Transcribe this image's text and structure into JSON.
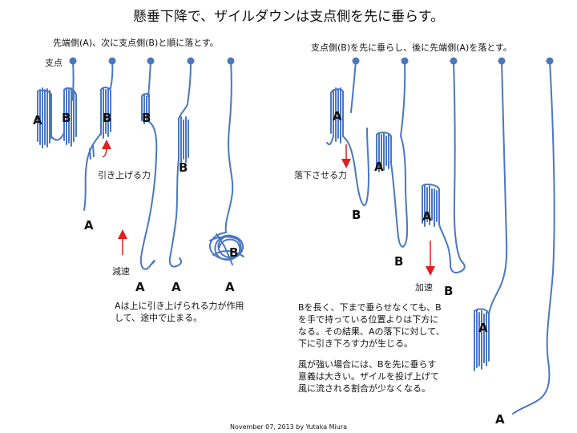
{
  "title": "懸垂下降で、ザイルダウンは支点側を先に垂らす。",
  "left_heading": "先端側(A)、次に支点側(B)と順に落とす。",
  "right_heading": "支点側(B)を先に垂らし、後に先端側(A)を落とす。",
  "anchor_label": "支点",
  "notes": {
    "pull_up": "引き上げる力",
    "decelerate": "減速",
    "drop_force": "落下させる力",
    "accelerate": "加速"
  },
  "labels": {
    "left_1": [
      "A",
      "B"
    ],
    "left_2": [
      "B",
      "A"
    ],
    "left_3": [
      "B",
      "B",
      "A"
    ],
    "left_4": [
      "A"
    ],
    "left_5": [
      "B",
      "A"
    ],
    "right_1": [
      "A",
      "B"
    ],
    "right_2": [
      "A",
      "B"
    ],
    "right_3": [
      "A",
      "B"
    ],
    "right_4": [
      "A"
    ],
    "right_5": [
      "A"
    ]
  },
  "left_conclusion": [
    "Aは上に引き上げられる力が作用",
    "して、途中で止まる。"
  ],
  "right_paragraph_1": [
    "Bを長く、下まで垂らせなくても、B",
    "を手で持っている位置よりは下方に",
    "なる。その結果、Aの落下に対して、",
    "下に引き下ろす力が生じる。"
  ],
  "right_paragraph_2": [
    "風が強い場合には、Bを先に垂らす",
    "意義は大きい。ザイルを投げ上げて",
    "風に流される割合が少なくなる。"
  ],
  "footer": "November 07, 2013  by Yutaka Miura",
  "colors": {
    "rope": "#4a78bf",
    "arrow": "#e02020",
    "text": "#111111"
  }
}
